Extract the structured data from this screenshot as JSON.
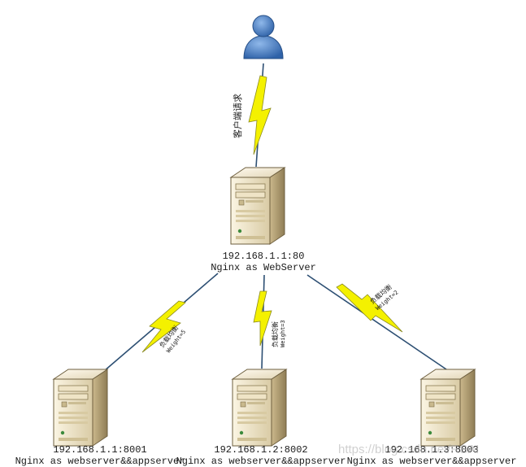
{
  "client": {
    "request_label": "客户端请求"
  },
  "main_server": {
    "ip": "192.168.1.1:80",
    "role": "Nginx as WebServer"
  },
  "links": [
    {
      "label": "负载均衡",
      "weight": "Weight=5"
    },
    {
      "label": "负载均衡",
      "weight": "Weight=3"
    },
    {
      "label": "负载均衡",
      "weight": "Weight=2"
    }
  ],
  "backends": [
    {
      "ip": "192.168.1.1:8001",
      "role": "Nginx as webserver&&appserver"
    },
    {
      "ip": "192.168.1.2:8002",
      "role": "Nginx as webserver&&appserver"
    },
    {
      "ip": "192.168.1.3:8003",
      "role": "Nginx as webserver&&appserver"
    }
  ],
  "watermark": "https://blog.csdn.net/RSAI",
  "colors": {
    "user_body": "#4a7fc4",
    "bolt": "#f2f000",
    "line": "#2d4f73",
    "server_light": "#f3ead2",
    "server_dark": "#b7a57c"
  }
}
